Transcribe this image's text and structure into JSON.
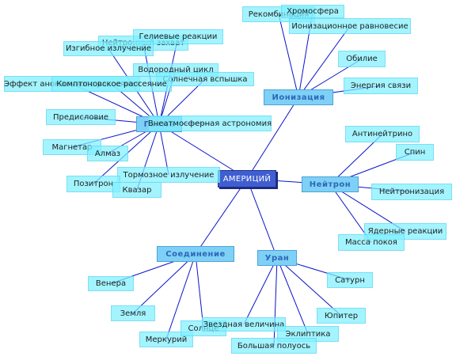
{
  "center": {
    "label": "АМЕРИЦИЙ"
  },
  "branches": {
    "gamma": {
      "label": "Гамма"
    },
    "ionization": {
      "label": "Ионизация"
    },
    "neutron": {
      "label": "Нейтрон"
    },
    "compound": {
      "label": "Соединение"
    },
    "uranus": {
      "label": "Уран"
    }
  },
  "leaves": {
    "gamma": [
      "Нейтронный захват",
      "Гелиевые реакции",
      "Изгибное излучение",
      "Водородный цикл",
      "Солнечная вспышка",
      "Эффект аномального рассеяния",
      "Комптоновское рассеяние",
      "Предисловие",
      "Внеатмосферная астрономия",
      "Магнетар",
      "Алмаз",
      "Тормозное излучение",
      "Позитрон",
      "Квазар"
    ],
    "ionization": [
      "Рекомбинация",
      "Хромосфера",
      "Ионизационное равновесие",
      "Обилие",
      "Энергия связи"
    ],
    "neutron": [
      "Антинейтрино",
      "Спин",
      "Нейтронизация",
      "Ядерные реакции",
      "Масса покоя"
    ],
    "compound": [
      "Венера",
      "Земля",
      "Меркурий",
      "Солнце"
    ],
    "uranus": [
      "Сатурн",
      "Юпитер",
      "Звездная величина",
      "Эклиптика",
      "Большая полуось"
    ]
  },
  "colors": {
    "line": "#0a14c8",
    "center_fill": "#3f5ed1",
    "branch_fill": "#7fd0f6",
    "branch_text": "#2b68b8",
    "leaf_fill": "#80f0ff"
  }
}
